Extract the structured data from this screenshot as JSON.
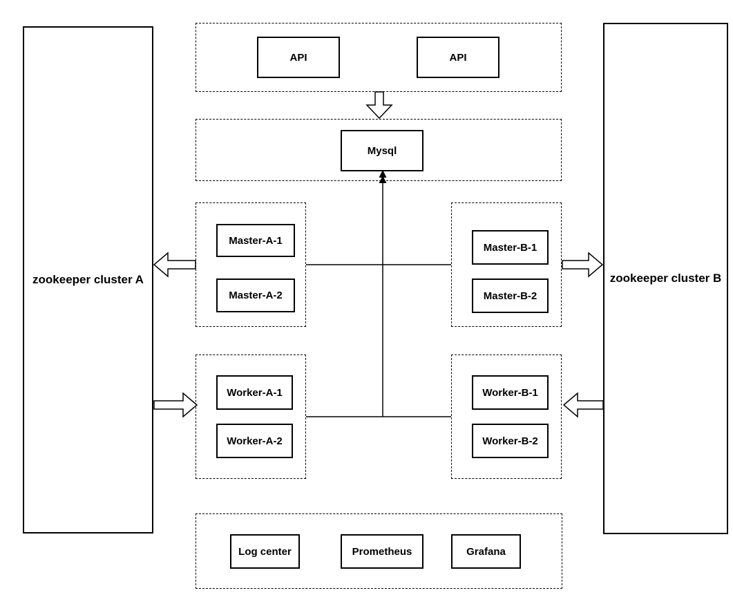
{
  "diagram": {
    "colors": {
      "line": "#000000",
      "background": "#ffffff"
    },
    "clusters": {
      "a": {
        "label": "zookeeper cluster A"
      },
      "b": {
        "label": "zookeeper cluster B"
      }
    },
    "groups": {
      "api": {
        "nodes": {
          "n1": "API",
          "n2": "API"
        }
      },
      "mysql": {
        "nodes": {
          "n1": "Mysql"
        }
      },
      "master_a": {
        "nodes": {
          "n1": "Master-A-1",
          "n2": "Master-A-2"
        }
      },
      "master_b": {
        "nodes": {
          "n1": "Master-B-1",
          "n2": "Master-B-2"
        }
      },
      "worker_a": {
        "nodes": {
          "n1": "Worker-A-1",
          "n2": "Worker-A-2"
        }
      },
      "worker_b": {
        "nodes": {
          "n1": "Worker-B-1",
          "n2": "Worker-B-2"
        }
      },
      "monitoring": {
        "nodes": {
          "n1": "Log center",
          "n2": "Prometheus",
          "n3": "Grafana"
        }
      }
    }
  }
}
